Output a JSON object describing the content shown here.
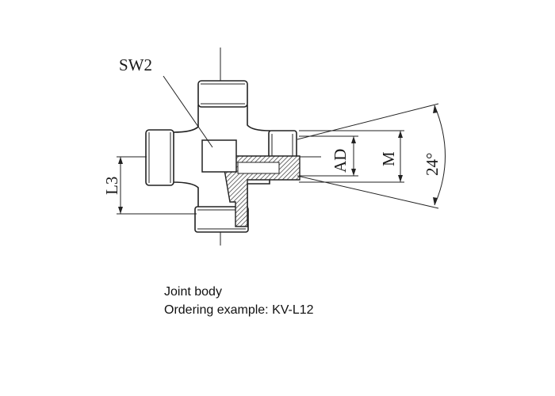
{
  "diagram": {
    "labels": {
      "sw2": "SW2",
      "l3": "L3",
      "ad": "AD",
      "m": "M",
      "angle": "24°"
    }
  },
  "caption": {
    "title": "Joint body",
    "ordering_example": "Ordering example: KV-L12"
  }
}
